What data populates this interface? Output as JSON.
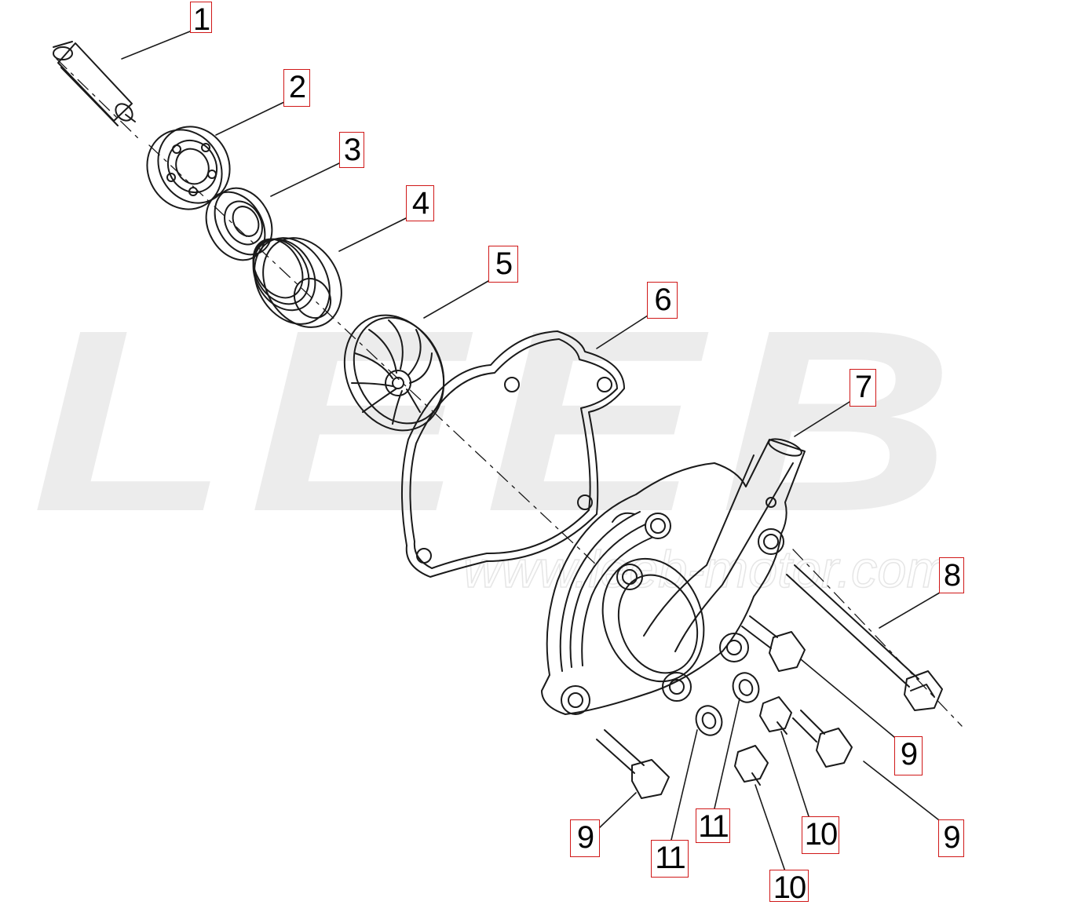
{
  "watermark": {
    "logo_text": "LEEB",
    "url_text": "www.leeb-motor.com",
    "color": "#ececec"
  },
  "colors": {
    "line": "#1a1a1a",
    "callout_border": "#d01818"
  },
  "parts": [
    {
      "id": "shaft",
      "label": "1",
      "icon": "pump-shaft-icon"
    },
    {
      "id": "bearing",
      "label": "2",
      "icon": "ball-bearing-icon"
    },
    {
      "id": "oil-seal",
      "label": "3",
      "icon": "oil-seal-icon"
    },
    {
      "id": "mechanical-seal",
      "label": "4",
      "icon": "mechanical-seal-icon"
    },
    {
      "id": "impeller",
      "label": "5",
      "icon": "impeller-icon"
    },
    {
      "id": "gasket",
      "label": "6",
      "icon": "gasket-icon"
    },
    {
      "id": "pump-cover",
      "label": "7",
      "icon": "pump-cover-icon"
    },
    {
      "id": "long-bolt",
      "label": "8",
      "icon": "long-bolt-icon"
    },
    {
      "id": "bolt-a",
      "label": "9",
      "icon": "flange-bolt-icon"
    },
    {
      "id": "bolt-b",
      "label": "9",
      "icon": "flange-bolt-icon"
    },
    {
      "id": "bolt-c",
      "label": "9",
      "icon": "flange-bolt-icon"
    },
    {
      "id": "washer-a",
      "label": "11",
      "icon": "washer-icon"
    },
    {
      "id": "washer-b",
      "label": "11",
      "icon": "washer-icon"
    },
    {
      "id": "drain-bolt-a",
      "label": "10",
      "icon": "drain-bolt-icon"
    },
    {
      "id": "drain-bolt-b",
      "label": "10",
      "icon": "drain-bolt-icon"
    }
  ]
}
